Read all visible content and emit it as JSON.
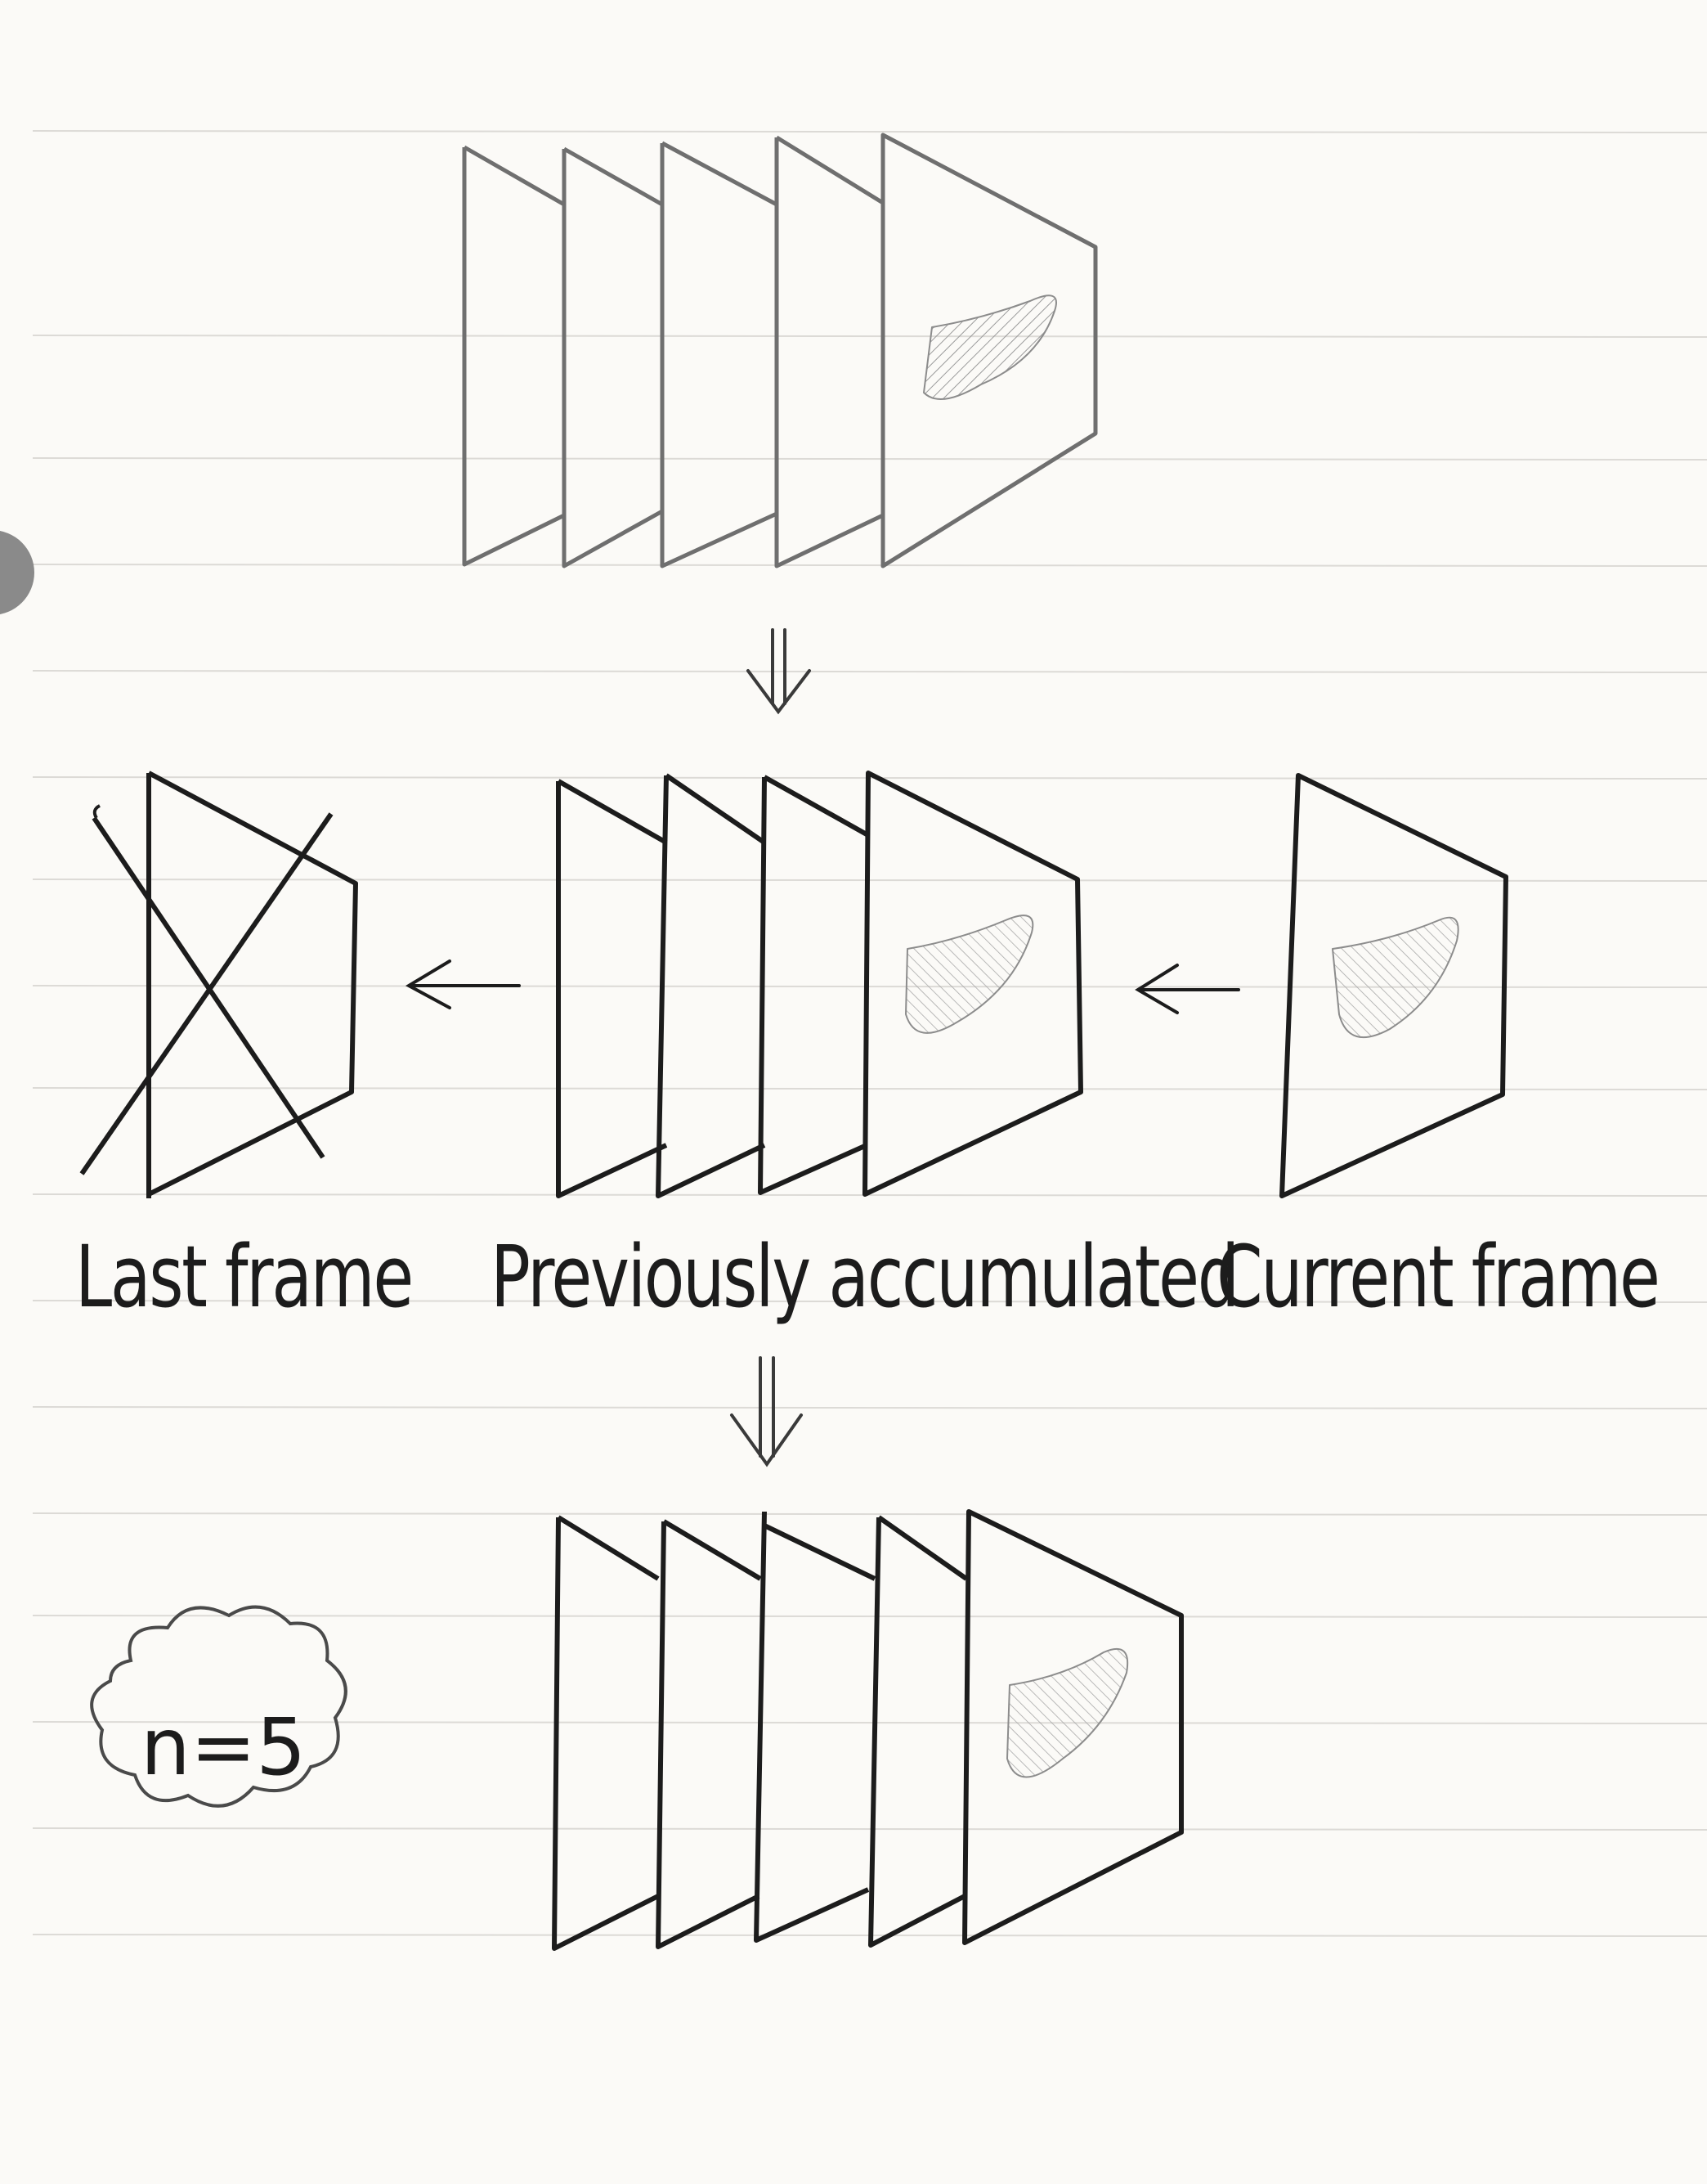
{
  "labels": {
    "last_frame": "Last frame",
    "previously_accumulated": "Previously accumulated",
    "current_frame": "Current frame",
    "n_value": "n=5"
  },
  "colors": {
    "paper": "#fbfaf7",
    "rule_lines": "#dcdad6",
    "pencil_dark": "#1c1c1c",
    "pencil_light": "#6f6f6f",
    "hatch": "#9a9a9a"
  }
}
